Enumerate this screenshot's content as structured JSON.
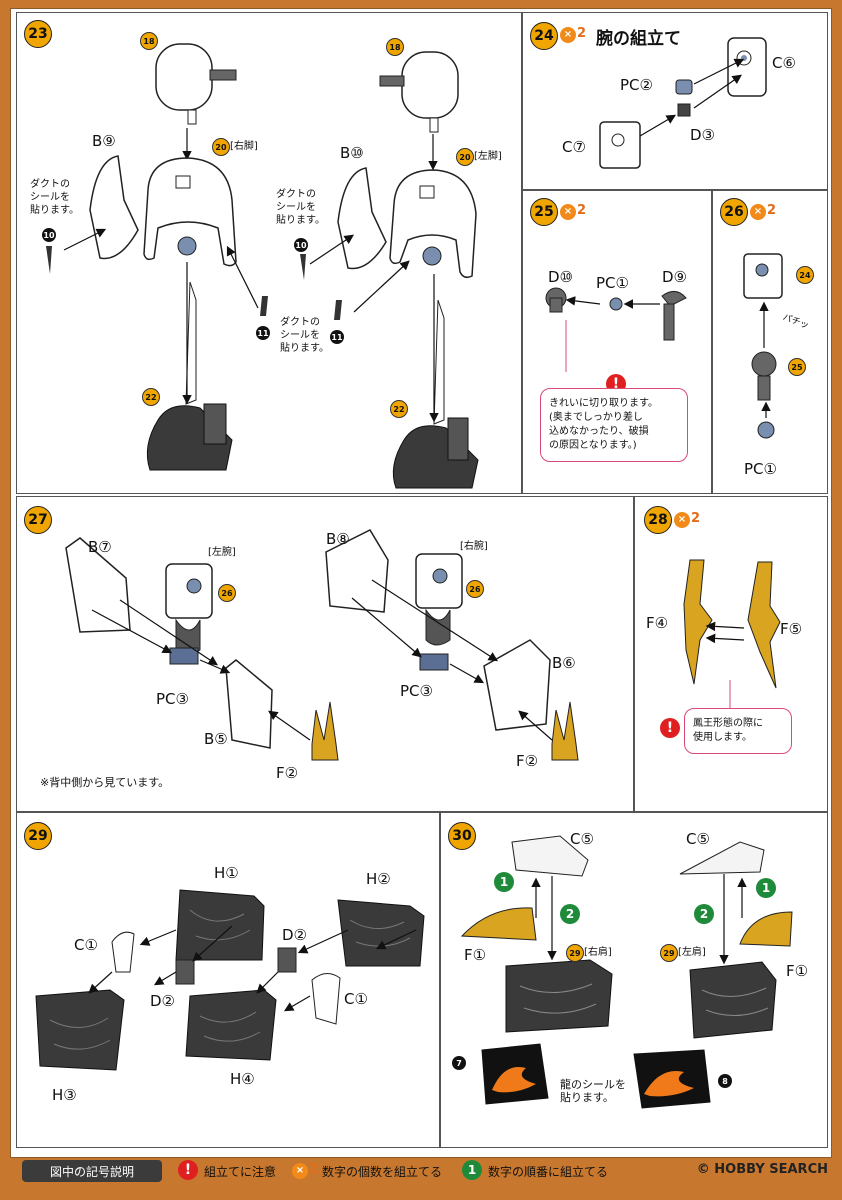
{
  "steps": {
    "s23": {
      "num": "23",
      "ref18a": "18",
      "ref18b": "18",
      "ref20a": "20",
      "right_leg": "[右脚]",
      "ref20b": "20",
      "left_leg": "[左脚]",
      "b9": "B⑨",
      "b10": "B⑩",
      "duct_a": "ダクトの\nシールを\n貼ります。",
      "duct_b": "ダクトの\nシールを\n貼ります。",
      "duct_c": "ダクトの\nシールを\n貼ります。",
      "st10a": "10",
      "st10b": "10",
      "st11a": "11",
      "st11b": "11",
      "ref22a": "22",
      "ref22b": "22"
    },
    "s24": {
      "num": "24",
      "x2": "2",
      "title": "腕の組立て",
      "pc2": "PC②",
      "c6": "C⑥",
      "c7": "C⑦",
      "d3": "D③"
    },
    "s25": {
      "num": "25",
      "x2": "2",
      "d10": "D⑩",
      "pc1": "PC①",
      "d9": "D⑨",
      "note": "きれいに切り取ります。\n(奥までしっかり差し\n込めなかったり、破損\nの原因となります。)",
      "warn": "!"
    },
    "s26": {
      "num": "26",
      "x2": "2",
      "ref24": "24",
      "ref25": "25",
      "pachi": "パチッ",
      "pc1": "PC①"
    },
    "s27": {
      "num": "27",
      "b7": "B⑦",
      "left_arm": "[左腕]",
      "ref26a": "26",
      "pc3a": "PC③",
      "b5": "B⑤",
      "f2a": "F②",
      "b8": "B⑧",
      "right_arm": "[右腕]",
      "ref26b": "26",
      "b6": "B⑥",
      "pc3b": "PC③",
      "f2b": "F②",
      "back_note": "※背中側から見ています。"
    },
    "s28": {
      "num": "28",
      "x2": "2",
      "f4": "F④",
      "f5": "F⑤",
      "note": "鳳王形態の際に\n使用します。",
      "warn": "!"
    },
    "s29": {
      "num": "29",
      "h1": "H①",
      "h2": "H②",
      "c1a": "C①",
      "d2a": "D②",
      "d2b": "D②",
      "c1b": "C①",
      "h3": "H③",
      "h4": "H④"
    },
    "s30": {
      "num": "30",
      "c5a": "C⑤",
      "c5b": "C⑤",
      "step1a": "1",
      "step2a": "2",
      "step1b": "1",
      "step2b": "2",
      "f1a": "F①",
      "f1b": "F①",
      "ref29a": "29",
      "right_shoulder": "[右肩]",
      "ref29b": "29",
      "left_shoulder": "[左肩]",
      "st7": "7",
      "st8": "8",
      "dragon_note": "龍のシールを\n貼ります。"
    }
  },
  "legend": {
    "title": "図中の記号説明",
    "warn_icon": "!",
    "warn_text": "組立てに注意",
    "x2_icon": "2",
    "x2_text": "数字の個数を組立てる",
    "order_icon": "1",
    "order_text": "数字の順番に組立てる"
  },
  "watermark": "© HOBBY SEARCH",
  "colors": {
    "background": "#c8782e",
    "step_badge": "#f0a500",
    "accent_orange": "#f28a1a",
    "warning_red": "#e02020",
    "order_green": "#1f8a3a",
    "part_gray": "#3a3a3a",
    "part_gold": "#d9a520",
    "dragon_orange": "#f07a1a"
  }
}
